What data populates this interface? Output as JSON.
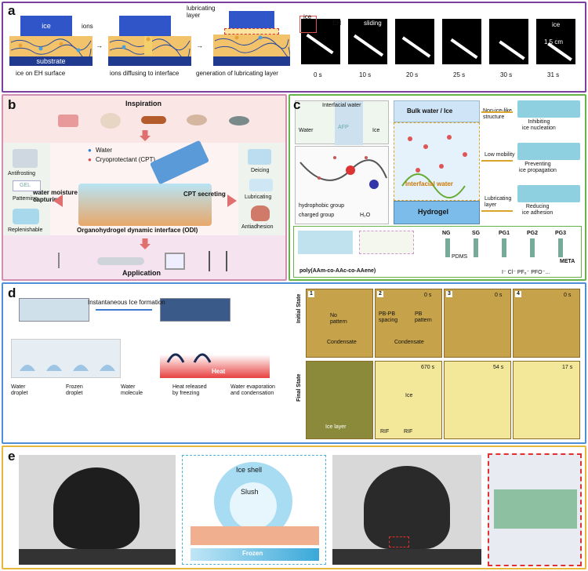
{
  "panel_a": {
    "letter": "a",
    "ice": "ice",
    "ions": "ions",
    "substrate": "substrate",
    "lubricating_layer": "lubricating\nlayer",
    "step1": "ice on EH surface",
    "step2": "ions diffusing to interface",
    "step3": "generation of lubricating layer",
    "frame_ice": "ice",
    "frame_eh": "EH",
    "frame_sliding": "sliding",
    "frame_ice2": "ice",
    "scale": "1.5 cm",
    "times": [
      "0 s",
      "10 s",
      "20 s",
      "25 s",
      "30 s",
      "31 s"
    ]
  },
  "panel_b": {
    "letter": "b",
    "inspiration": "Inspiration",
    "legend_water": "Water",
    "legend_cpt": "Cryoprotectant (CPT)",
    "water_moisture": "water moisture\ncapturing",
    "cpt_secreting": "CPT secreting",
    "odi": "Organohydrogel dynamic interface (ODI)",
    "application": "Application",
    "left_labels": [
      "Antifrosting",
      "Patterning",
      "Replenishable"
    ],
    "right_labels": [
      "Deicing",
      "Lubricating",
      "Antiadhesion"
    ],
    "gel": "GEL"
  },
  "panel_c": {
    "letter": "c",
    "interfacial_water": "Interfacial water",
    "water": "Water",
    "ice": "Ice",
    "afp": "AFP",
    "hydrophobic": "hydrophobic group",
    "charged": "charged group",
    "h2o": "H₂O",
    "bulk": "Bulk water / Ice",
    "interfacial_water2": "Interfacial water",
    "hydrogel": "Hydrogel",
    "mech1": "Non-ice-like\nstructure",
    "mech2": "Low mobility",
    "mech3": "Lubricating\nlayer",
    "res1": "Inhibiting\nice nucleation",
    "res2": "Preventing\nice propagation",
    "res3": "Reducing\nice adhesion",
    "struct_labels": [
      "NG",
      "SG",
      "PG1",
      "PG2",
      "PG3"
    ],
    "polymer": "poly(AAm-co-AAc-co-AAene)",
    "pdms": "PDMS",
    "meta": "META",
    "ions": "I⁻  Cl⁻  PF₆⁻  PFO⁻..."
  },
  "panel_d": {
    "letter": "d",
    "instant": "Instantaneous Ice formation",
    "heat": "Heat",
    "legend": [
      "Water\ndroplet",
      "Frozen\ndroplet",
      "Water\nmolecule",
      "Heat released\nby freezing",
      "Water evaporation\nand condensation"
    ],
    "initial_state": "Initial State",
    "final_state": "Final State",
    "cols": [
      "1",
      "2",
      "3",
      "4"
    ],
    "no_pattern": "No\npattern",
    "condensate": "Condensate",
    "pbpb": "PB-PB\nspacing",
    "pb_pattern": "PB\npattern",
    "t0": "0 s",
    "t670": "670 s",
    "t54": "54 s",
    "t17": "17 s",
    "ice_layer": "Ice layer",
    "ice": "Ice",
    "rif": "RIF"
  },
  "panel_e": {
    "letter": "e",
    "ice_shell": "Ice shell",
    "slush": "Slush",
    "frozen": "Frozen"
  }
}
